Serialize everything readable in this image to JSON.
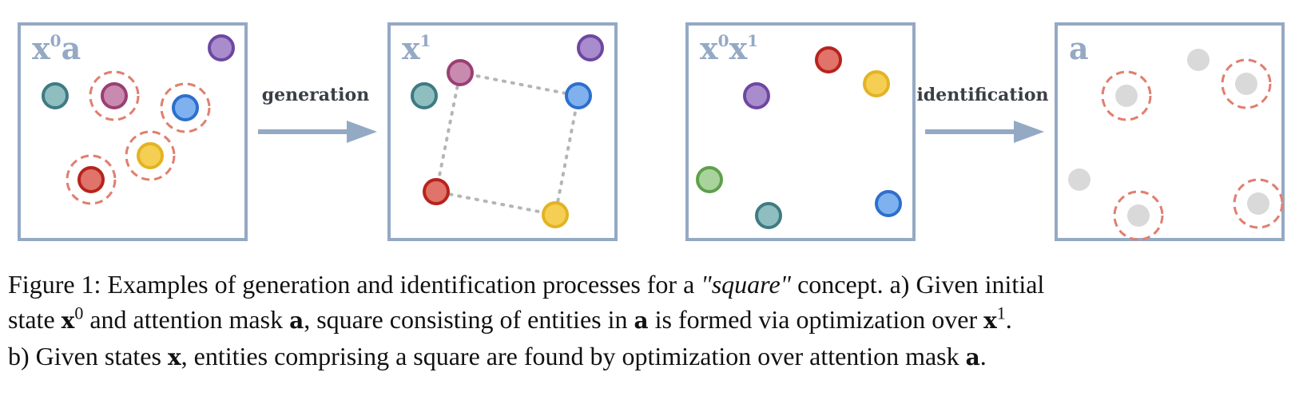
{
  "panels": [
    {
      "id": "p1",
      "label_base": "x",
      "label_sup": "0",
      "label_tail": "a",
      "label_sup2": ""
    },
    {
      "id": "p2",
      "label_base": "x",
      "label_sup": "1",
      "label_tail": "",
      "label_sup2": ""
    },
    {
      "id": "p3",
      "label_base": "x",
      "label_sup": "0",
      "label_tail": "x",
      "label_sup2": "1"
    },
    {
      "id": "p4",
      "label_base": "a",
      "label_sup": "",
      "label_tail": "",
      "label_sup2": ""
    }
  ],
  "arrows": {
    "generation": "generation",
    "identification": "identification"
  },
  "colors": {
    "frame": "#94a9c4",
    "teal": "#8fbec0",
    "teal_stroke": "#3e7b82",
    "purple": "#a98ccc",
    "purple_stroke": "#6d47a3",
    "pink": "#c98ab0",
    "pink_stroke": "#9a3f73",
    "blue": "#7fb1ee",
    "blue_stroke": "#2d6fcc",
    "yellow": "#f5cf53",
    "yellow_stroke": "#e3b324",
    "red": "#e0736a",
    "red_stroke": "#b8231d",
    "green": "#a9d39c",
    "green_stroke": "#5fa04b",
    "gray": "#d9d9d9",
    "dash_ring": "#e07f70",
    "dotted": "#b5b5b5"
  },
  "caption": {
    "l1_a": "Figure 1: Examples of generation and identification processes for a ",
    "l1_quote": "\"square\"",
    "l1_b": " concept. a) Given initial",
    "l2_a": "state ",
    "l2_x": "x",
    "l2_sup0": "0",
    "l2_b": " and attention mask ",
    "l2_a_var": "a",
    "l2_c": ", square consisting of entities in ",
    "l2_a_var2": "a",
    "l2_d": " is formed via optimization over ",
    "l2_x2": "x",
    "l2_sup1": "1",
    "l2_e": ".",
    "l3_a": "b) Given states ",
    "l3_x": "x",
    "l3_b": ", entities comprising a square are found by optimization over attention mask ",
    "l3_a_var": "a",
    "l3_c": "."
  }
}
